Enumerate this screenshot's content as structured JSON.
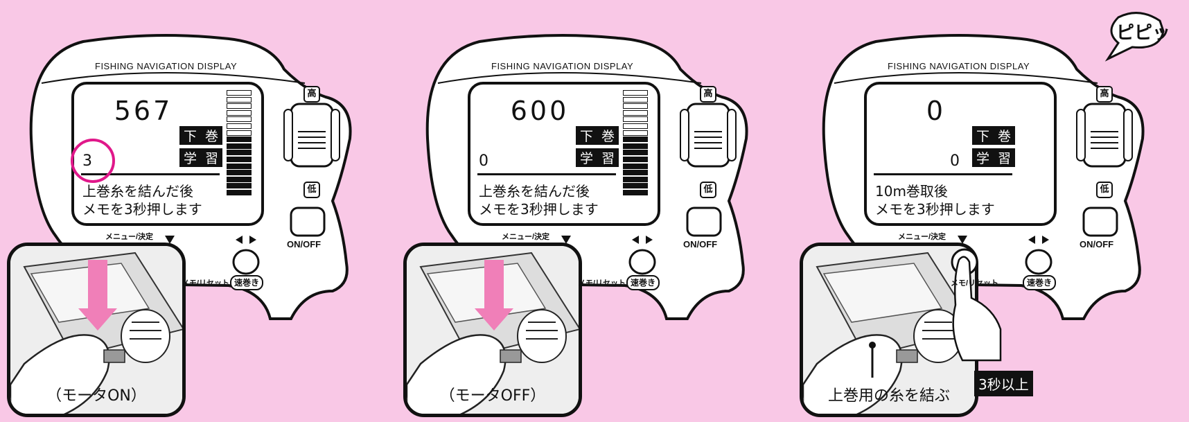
{
  "panels": [
    {
      "brand": "FISHING NAVIGATION DISPLAY",
      "big_value": "567",
      "small_value": "3",
      "tag_top": [
        "下",
        "巻"
      ],
      "tag_bottom": [
        "学",
        "習"
      ],
      "msg_line1": "上巻糸を結んだ後",
      "msg_line2": "メモを3秒押します",
      "meter_filled_segments": 9,
      "meter_total_segments": 16,
      "label_high": "高",
      "label_low": "低",
      "menu_label": "メニュー/決定",
      "onoff_label": "ON/OFF",
      "fast_label": "速巻き",
      "memo_label": "メモ/リセット",
      "inset_caption": "（モータON）",
      "highlight_circle": true
    },
    {
      "brand": "FISHING NAVIGATION DISPLAY",
      "big_value": "600",
      "small_value": "0",
      "tag_top": [
        "下",
        "巻"
      ],
      "tag_bottom": [
        "学",
        "習"
      ],
      "msg_line1": "上巻糸を結んだ後",
      "msg_line2": "メモを3秒押します",
      "meter_filled_segments": 9,
      "meter_total_segments": 16,
      "label_high": "高",
      "label_low": "低",
      "menu_label": "メニュー/決定",
      "onoff_label": "ON/OFF",
      "fast_label": "速巻き",
      "memo_label": "メモ/リセット",
      "inset_caption": "（モータOFF）",
      "highlight_circle": false
    },
    {
      "brand": "FISHING NAVIGATION DISPLAY",
      "big_value": "0",
      "small_value": "0",
      "tag_top": [
        "下",
        "巻"
      ],
      "tag_bottom": [
        "学",
        "習"
      ],
      "msg_line1": "10m巻取後",
      "msg_line2": "メモを3秒押します",
      "meter_filled_segments": 0,
      "meter_total_segments": 0,
      "label_high": "高",
      "label_low": "低",
      "menu_label": "メニュー/決定",
      "onoff_label": "ON/OFF",
      "fast_label": "速巻き",
      "memo_label": "メモ/リセット",
      "inset_caption": "上巻用の糸を結ぶ",
      "bubble": "ピピッ",
      "hold_badge": "3秒以上",
      "highlight_circle": false
    }
  ],
  "colors": {
    "background": "#f9c8e6",
    "arrow": "#f07fb8",
    "highlight": "#e0188a"
  }
}
